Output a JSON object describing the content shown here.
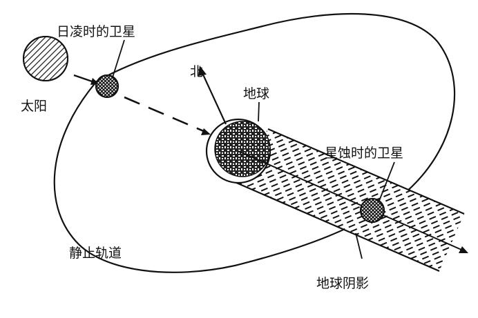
{
  "labels": {
    "satellite_sun_conjunction": "日凌时的卫星",
    "sun": "太阳",
    "north": "北",
    "earth": "地球",
    "satellite_eclipse": "星蚀时的卫星",
    "geostationary_orbit": "静止轨道",
    "earth_shadow": "地球阴影"
  }
}
